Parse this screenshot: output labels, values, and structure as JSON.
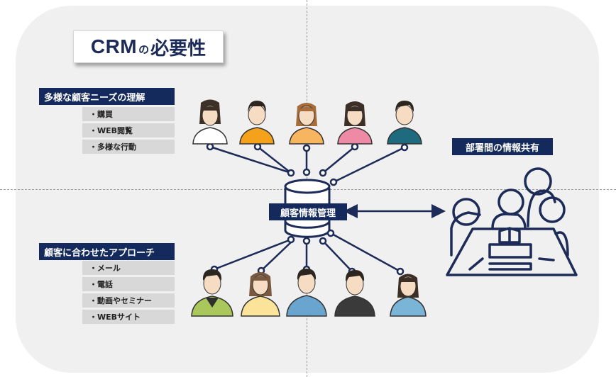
{
  "title": {
    "main": "CRM",
    "particle": "の",
    "rest": "必要性"
  },
  "needs": {
    "heading": "多様な顧客ニーズの理解",
    "items": [
      "・購買",
      "・WEB閲覧",
      "・多様な行動"
    ]
  },
  "approach": {
    "heading": "顧客に合わせたアプローチ",
    "items": [
      "・メール",
      "・電話",
      "・動画やセミナー",
      "・WEBサイト"
    ]
  },
  "center_label": "顧客情報管理",
  "share_label": "部署間の情報共有",
  "colors": {
    "navy": "#142a5c",
    "panel": "#f0f0f0",
    "item_bg": "#d8d8d8",
    "line": "#1c2b57"
  }
}
